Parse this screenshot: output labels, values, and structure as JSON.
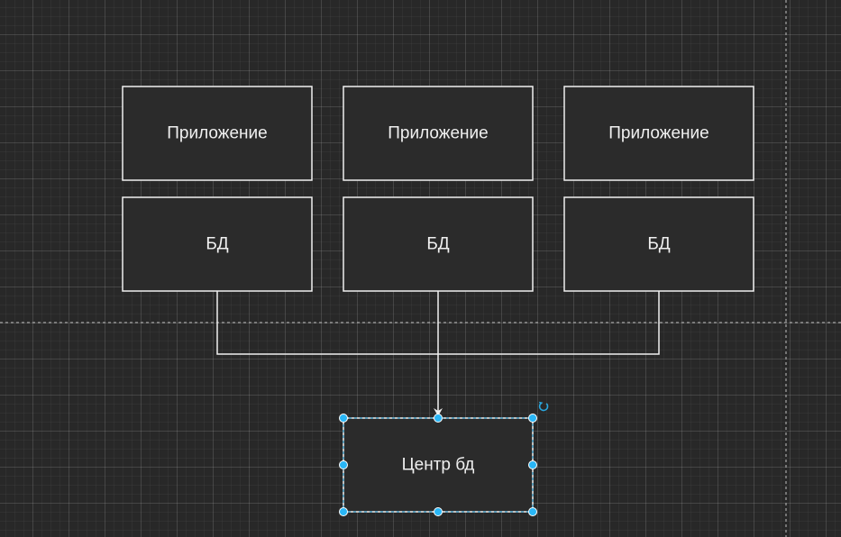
{
  "diagram": {
    "nodes": {
      "app1": {
        "label": "Приложение"
      },
      "app2": {
        "label": "Приложение"
      },
      "app3": {
        "label": "Приложение"
      },
      "db1": {
        "label": "БД"
      },
      "db2": {
        "label": "БД"
      },
      "db3": {
        "label": "БД"
      },
      "center": {
        "label": "Центр бд",
        "selected": true
      }
    },
    "edges": [
      {
        "from": "db1",
        "to": "center"
      },
      {
        "from": "db2",
        "to": "center",
        "arrow": true
      },
      {
        "from": "db3",
        "to": "center"
      }
    ]
  },
  "colors": {
    "canvas": "#282828",
    "node_fill": "#2b2b2b",
    "stroke": "#f0f0f0",
    "selection": "#29b6f6"
  },
  "icons": {
    "rotate": "rotate-icon"
  }
}
